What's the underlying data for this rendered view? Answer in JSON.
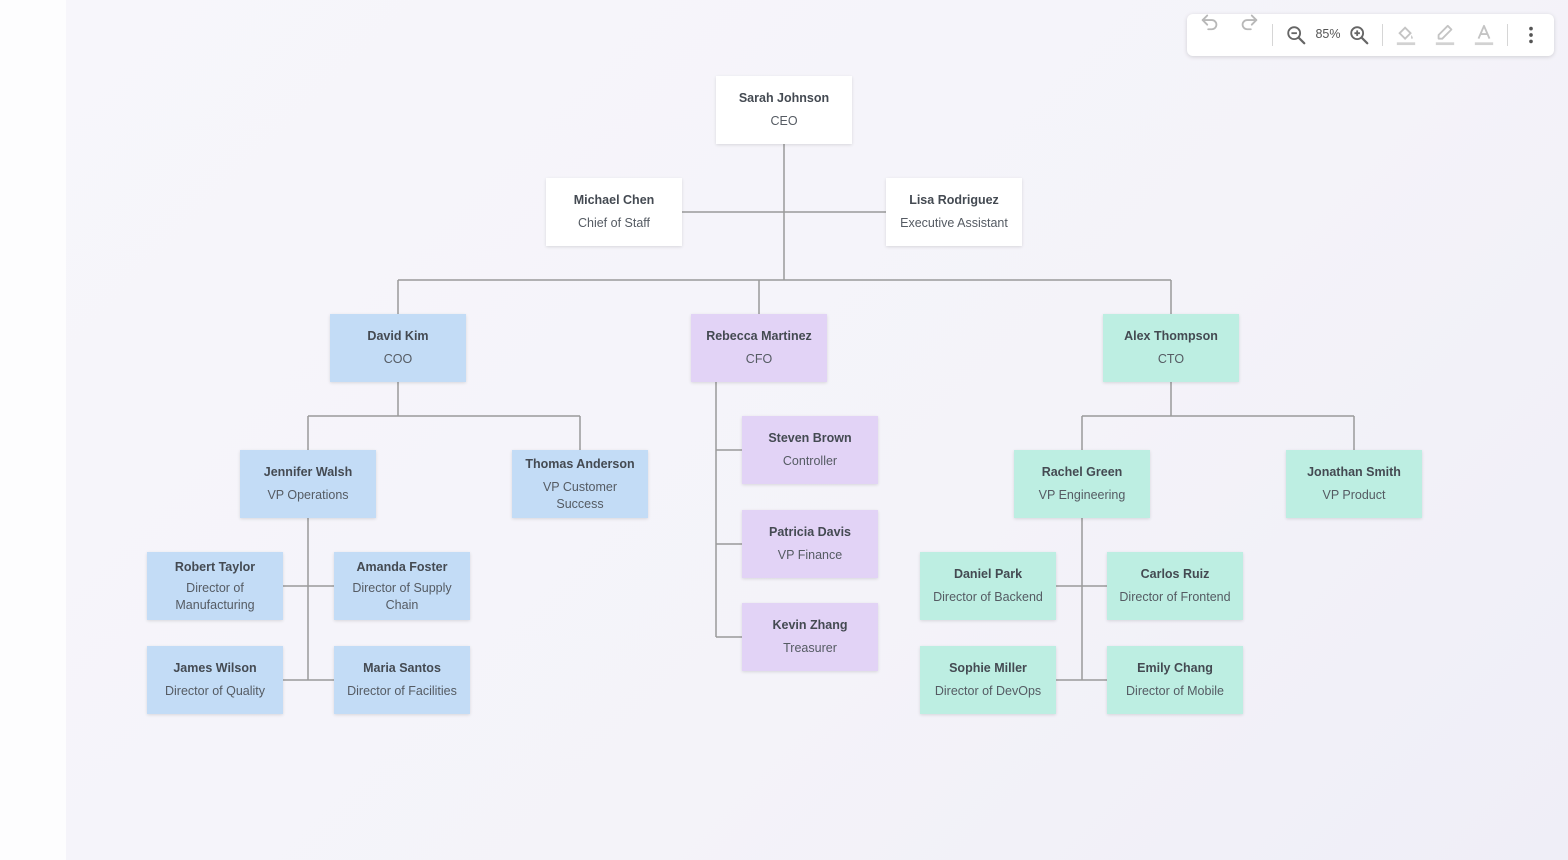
{
  "toolbar": {
    "undo_icon": "undo-icon",
    "redo_icon": "redo-icon",
    "zoom_out_icon": "zoom-out-icon",
    "zoom_level": "85%",
    "zoom_in_icon": "zoom-in-icon",
    "fill_color_icon": "paint-bucket-icon",
    "line_color_icon": "pencil-icon",
    "text_color_icon": "text-color-icon",
    "more_icon": "more-vertical-icon"
  },
  "colors": {
    "executive": "#ffffff",
    "operations": "#c3dcf6",
    "finance": "#e2d3f6",
    "technology": "#bdeee2",
    "connector": "#9a9a9a"
  },
  "org": {
    "ceo": {
      "name": "Sarah Johnson",
      "role": "CEO"
    },
    "chief_of_staff": {
      "name": "Michael Chen",
      "role": "Chief of Staff"
    },
    "exec_assistant": {
      "name": "Lisa Rodriguez",
      "role": "Executive Assistant"
    },
    "coo": {
      "name": "David Kim",
      "role": "COO"
    },
    "cfo": {
      "name": "Rebecca Martinez",
      "role": "CFO"
    },
    "cto": {
      "name": "Alex Thompson",
      "role": "CTO"
    },
    "vp_operations": {
      "name": "Jennifer Walsh",
      "role": "VP Operations"
    },
    "vp_customer_success": {
      "name": "Thomas Anderson",
      "role": "VP Customer Success"
    },
    "dir_manufacturing": {
      "name": "Robert Taylor",
      "role": "Director of Manufacturing"
    },
    "dir_supply_chain": {
      "name": "Amanda Foster",
      "role": "Director of Supply Chain"
    },
    "dir_quality": {
      "name": "James Wilson",
      "role": "Director of Quality"
    },
    "dir_facilities": {
      "name": "Maria Santos",
      "role": "Director of Facilities"
    },
    "controller": {
      "name": "Steven Brown",
      "role": "Controller"
    },
    "vp_finance": {
      "name": "Patricia Davis",
      "role": "VP Finance"
    },
    "treasurer": {
      "name": "Kevin Zhang",
      "role": "Treasurer"
    },
    "vp_engineering": {
      "name": "Rachel Green",
      "role": "VP Engineering"
    },
    "vp_product": {
      "name": "Jonathan Smith",
      "role": "VP Product"
    },
    "dir_backend": {
      "name": "Daniel Park",
      "role": "Director of Backend"
    },
    "dir_frontend": {
      "name": "Carlos Ruiz",
      "role": "Director of Frontend"
    },
    "dir_devops": {
      "name": "Sophie Miller",
      "role": "Director of DevOps"
    },
    "dir_mobile": {
      "name": "Emily Chang",
      "role": "Director of Mobile"
    }
  }
}
